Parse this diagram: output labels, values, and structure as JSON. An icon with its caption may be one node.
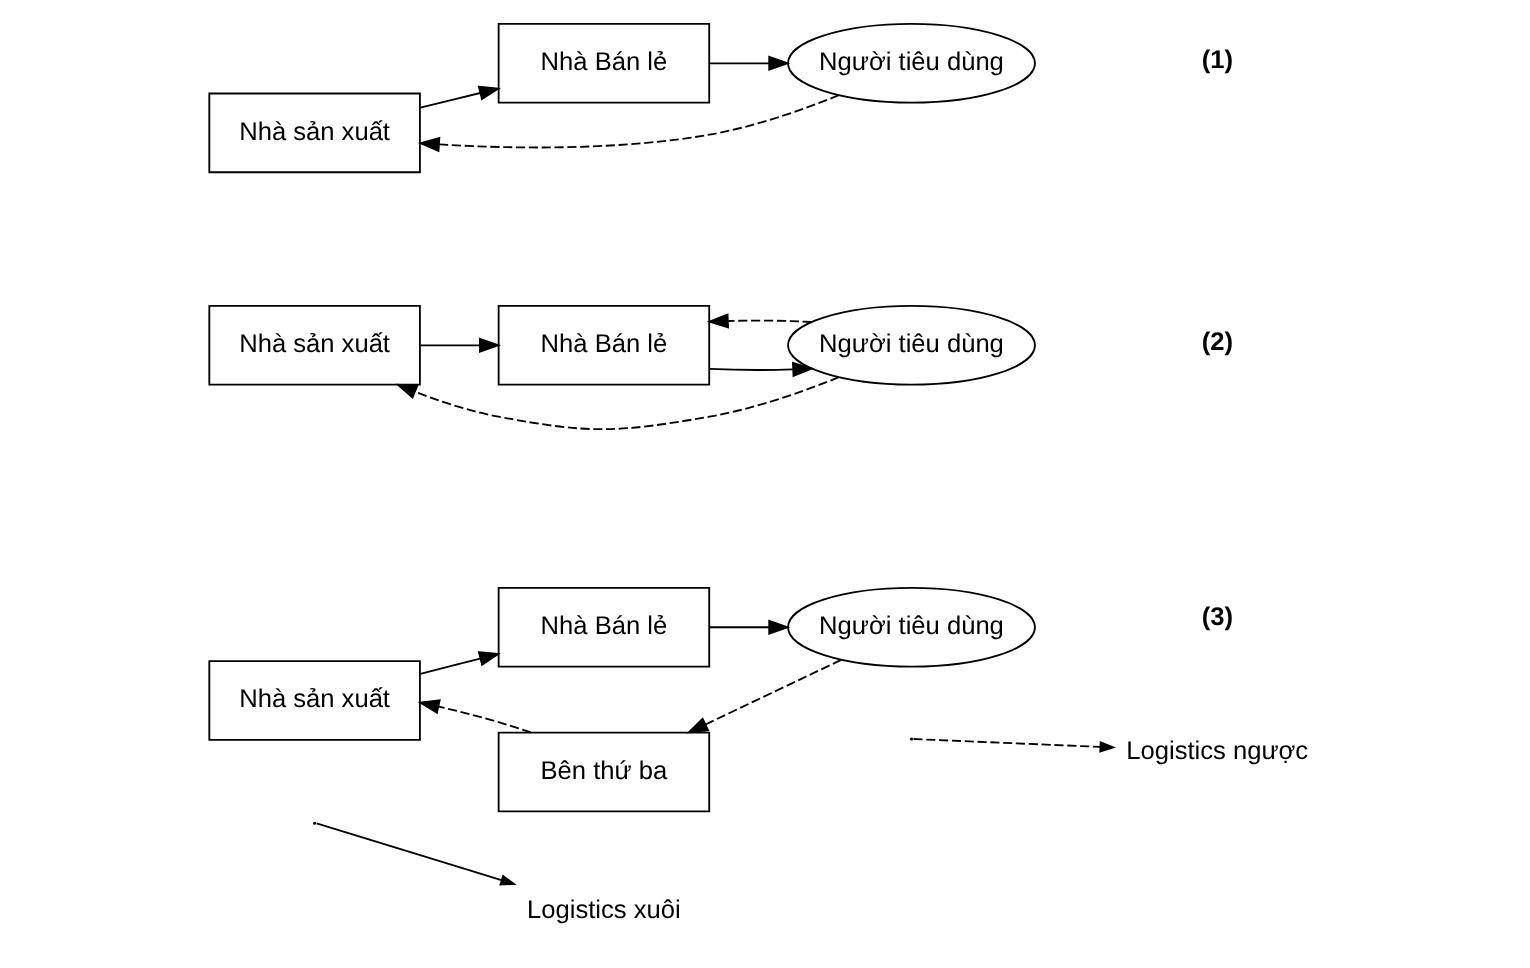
{
  "diagram": {
    "nodes": [
      {
        "text": [
          "Nhà sản xuất"
        ]
      },
      {
        "text": [
          "Nhà Bán lẻ"
        ]
      },
      {
        "text": [
          "Người tiêu dùng"
        ]
      },
      {
        "text": [
          "Nhà sản xuất"
        ]
      },
      {
        "text": [
          "Nhà Bán lẻ"
        ]
      },
      {
        "text": [
          "Người tiêu dùng"
        ]
      },
      {
        "text": [
          "Nhà sản xuất"
        ]
      },
      {
        "text": [
          "Nhà Bán lẻ"
        ]
      },
      {
        "text": [
          "Người tiêu dùng"
        ]
      },
      {
        "text": [
          "Bên thứ ba"
        ]
      }
    ],
    "edges": [
      {
        "from": 0,
        "to": 1,
        "arrow": "to"
      },
      {
        "from": 1,
        "to": 2,
        "arrow": "to"
      },
      {
        "from": 2,
        "to": 0,
        "arrow": "to",
        "style": "dashed"
      },
      {
        "from": 3,
        "to": 4,
        "arrow": "to"
      },
      {
        "from": 4,
        "to": 5,
        "arrow": "to"
      },
      {
        "from": 5,
        "to": 3,
        "arrow": "to",
        "style": "dashed"
      },
      {
        "from": 5,
        "to": 4,
        "arrow": "to",
        "style": "dashed"
      },
      {
        "from": 6,
        "to": 7,
        "arrow": "to"
      },
      {
        "from": 7,
        "to": 8,
        "arrow": "to"
      },
      {
        "from": 8,
        "to": 9,
        "arrow": "to",
        "style": "dashed"
      },
      {
        "from": 9,
        "to": 6,
        "arrow": "to",
        "style": "dashed"
      }
    ],
    "labels": [
      "(1)",
      "(2)",
      "(3)"
    ],
    "legend": [
      {
        "text": "Logistics xuôi"
      },
      {
        "text": "Logistics ngược"
      }
    ]
  }
}
